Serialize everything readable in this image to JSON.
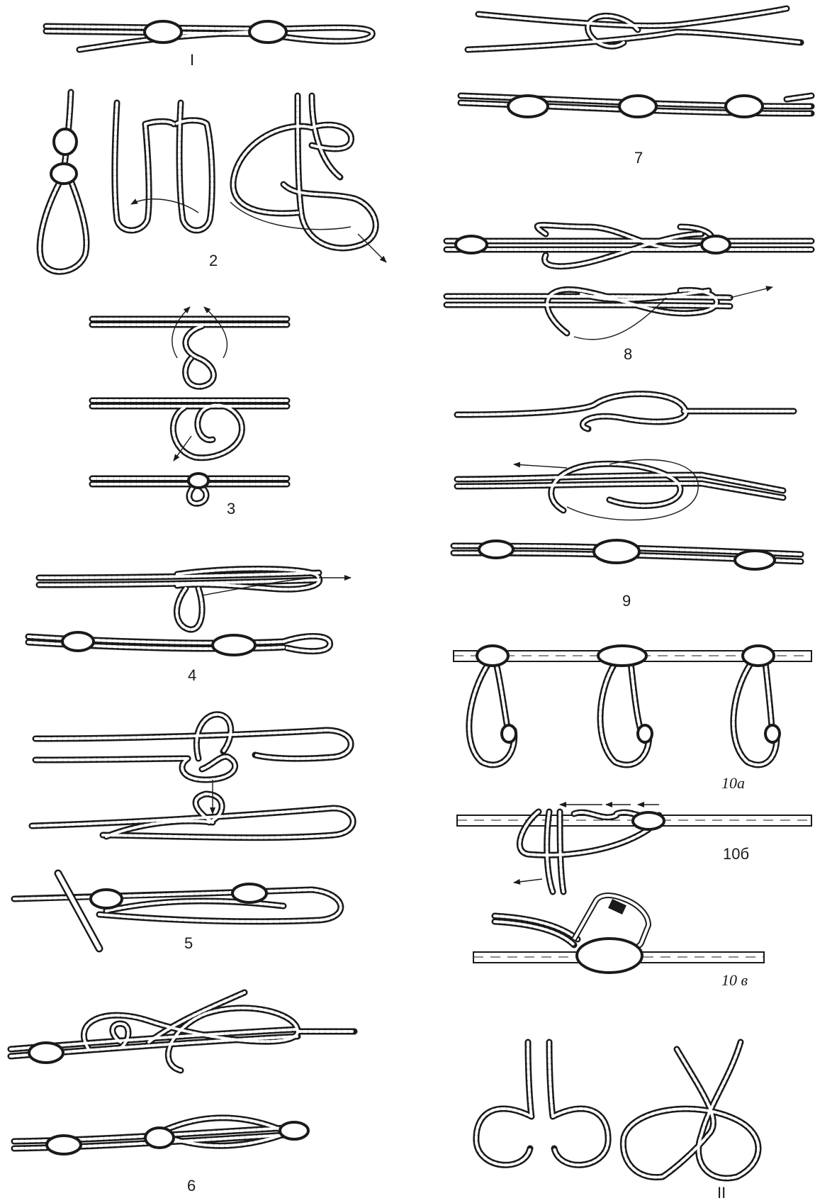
{
  "figure_labels": {
    "f1": "I",
    "f2": "2",
    "f3": "3",
    "f4": "4",
    "f5": "5",
    "f6": "6",
    "f7": "7",
    "f8": "8",
    "f9": "9",
    "f10a": "10а",
    "f10b": "10б",
    "f10v": "10 в",
    "f11": "II"
  },
  "colors": {
    "rope": "#1a1a1a",
    "rope_fill": "#ffffff",
    "bar": "#1a1a1a"
  }
}
